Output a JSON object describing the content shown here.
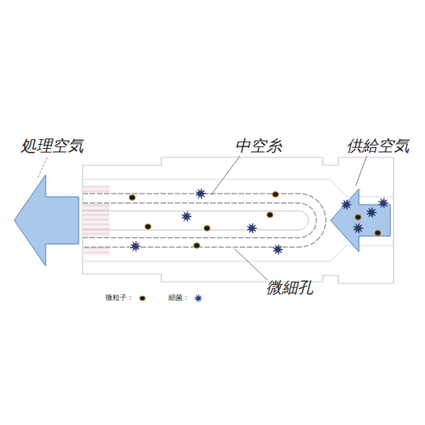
{
  "diagram": {
    "labels": [
      "処理空気",
      "中空糸",
      "供給空気",
      "微細孔"
    ],
    "legend": [
      {
        "text": "微粒子："
      },
      {
        "text": "細菌："
      }
    ]
  }
}
